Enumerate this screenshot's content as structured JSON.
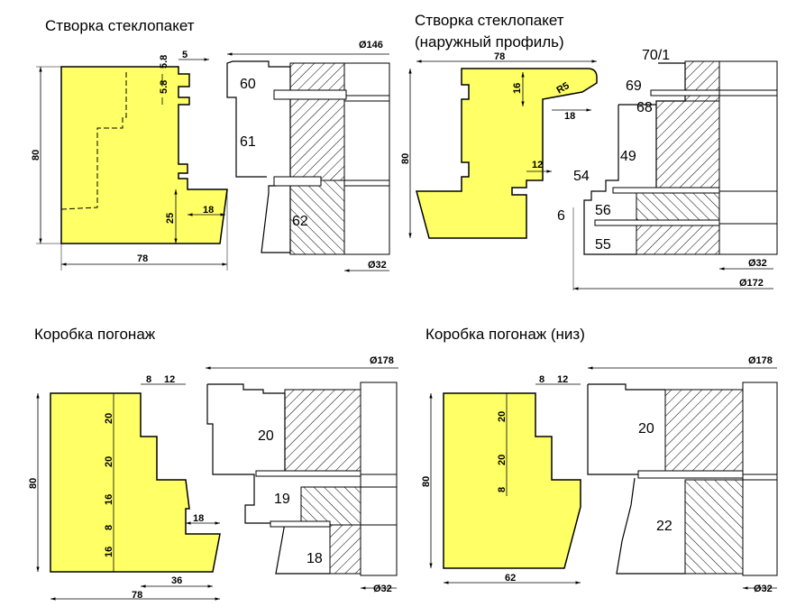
{
  "colors": {
    "profile_fill": "#FFFF66",
    "outline": "#000000",
    "cutter_hatch": "#000000",
    "background": "#FFFFFF"
  },
  "panels": [
    {
      "title": "Створка стеклопакет",
      "dims": [
        "5",
        "5.8",
        "5.8",
        "80",
        "25",
        "18",
        "78",
        "Ø146",
        "Ø32"
      ],
      "numbers": [
        "60",
        "61",
        "62"
      ]
    },
    {
      "title": "Створка стеклопакет",
      "subtitle": "(наружный профиль)",
      "dims": [
        "78",
        "16",
        "R5",
        "18",
        "80",
        "12",
        "Ø32",
        "Ø172"
      ],
      "numbers": [
        "70/1",
        "69",
        "68",
        "49",
        "54",
        "56",
        "6",
        "55"
      ]
    },
    {
      "title": "Коробка погонаж",
      "dims": [
        "8",
        "12",
        "20",
        "20",
        "16",
        "8",
        "16",
        "18",
        "80",
        "36",
        "78",
        "Ø178",
        "Ø32"
      ],
      "numbers": [
        "20",
        "19",
        "18"
      ]
    },
    {
      "title": "Коробка погонаж (низ)",
      "dims": [
        "8",
        "12",
        "20",
        "20",
        "8",
        "80",
        "62",
        "Ø178",
        "Ø32"
      ],
      "numbers": [
        "20",
        "22"
      ]
    }
  ]
}
